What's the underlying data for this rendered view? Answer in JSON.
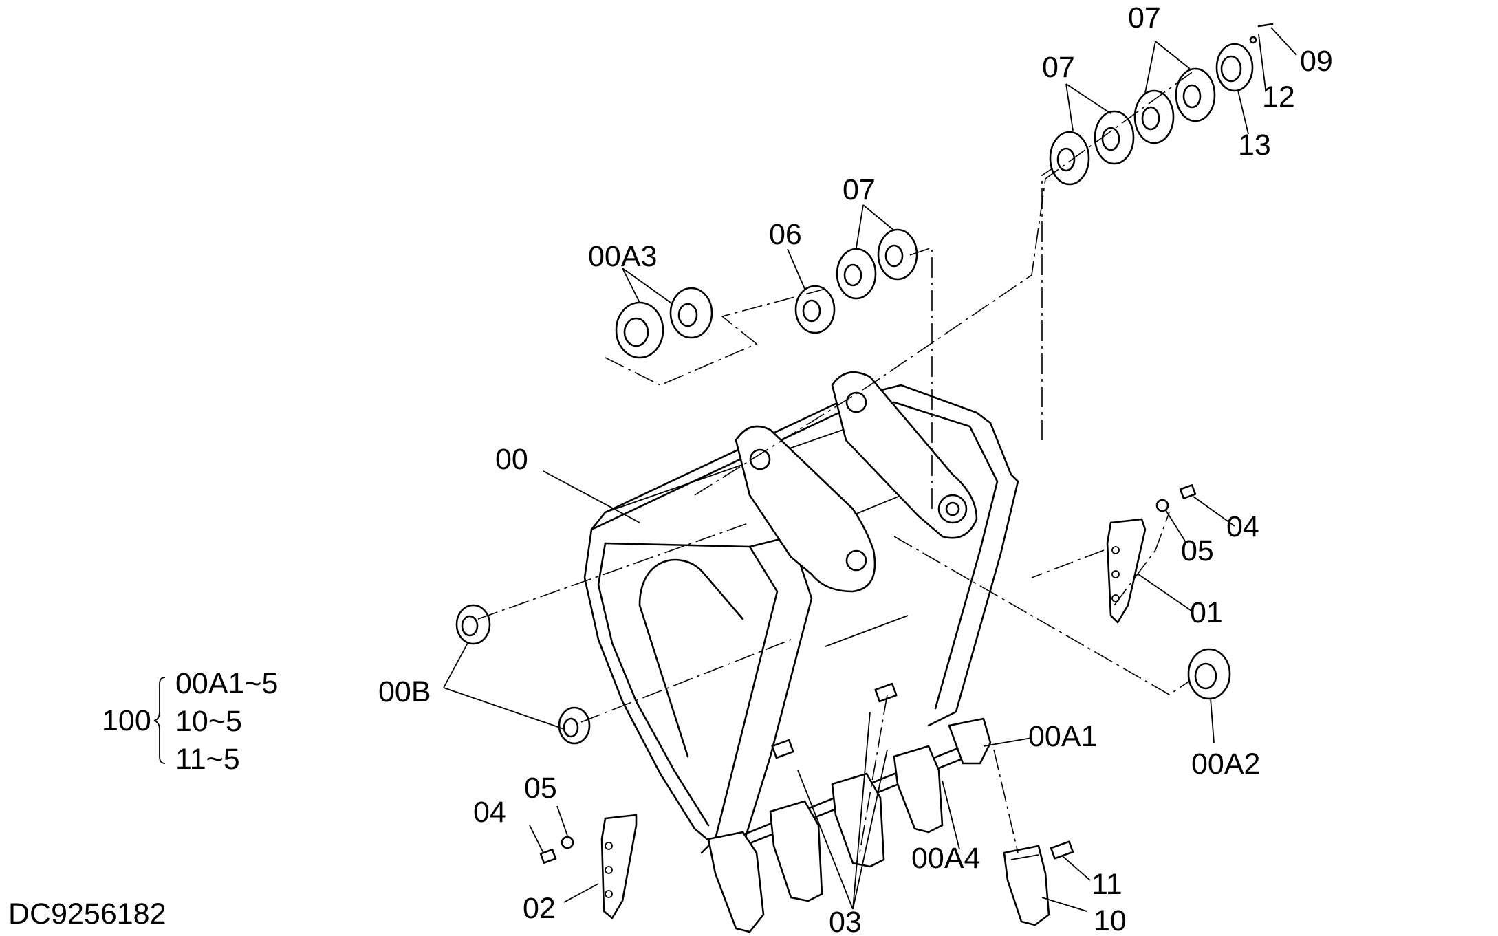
{
  "drawing_id": "DC9256182",
  "callouts": {
    "p00": "00",
    "p00A1": "00A1",
    "p00A2": "00A2",
    "p00A3": "00A3",
    "p00A4": "00A4",
    "p00B": "00B",
    "p01": "01",
    "p02": "02",
    "p03": "03",
    "p04_right": "04",
    "p04_left": "04",
    "p05_right": "05",
    "p05_left": "05",
    "p06": "06",
    "p07_a": "07",
    "p07_b": "07",
    "p07_c": "07",
    "p09": "09",
    "p10": "10",
    "p11": "11",
    "p12": "12",
    "p13": "13"
  },
  "assembly_group": {
    "number": "100",
    "items": [
      "00A1~5",
      "10~5",
      "11~5"
    ]
  }
}
